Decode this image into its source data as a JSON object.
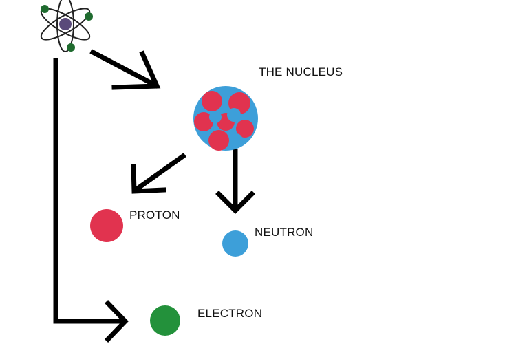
{
  "labels": {
    "nucleus": "THE NUCLEUS",
    "proton": "PROTON",
    "neutron": "NEUTRON",
    "electron": "ELECTRON"
  },
  "colors": {
    "proton": "#e1334f",
    "neutron": "#3d9fd9",
    "electron": "#23913b",
    "arrow": "#000000"
  }
}
